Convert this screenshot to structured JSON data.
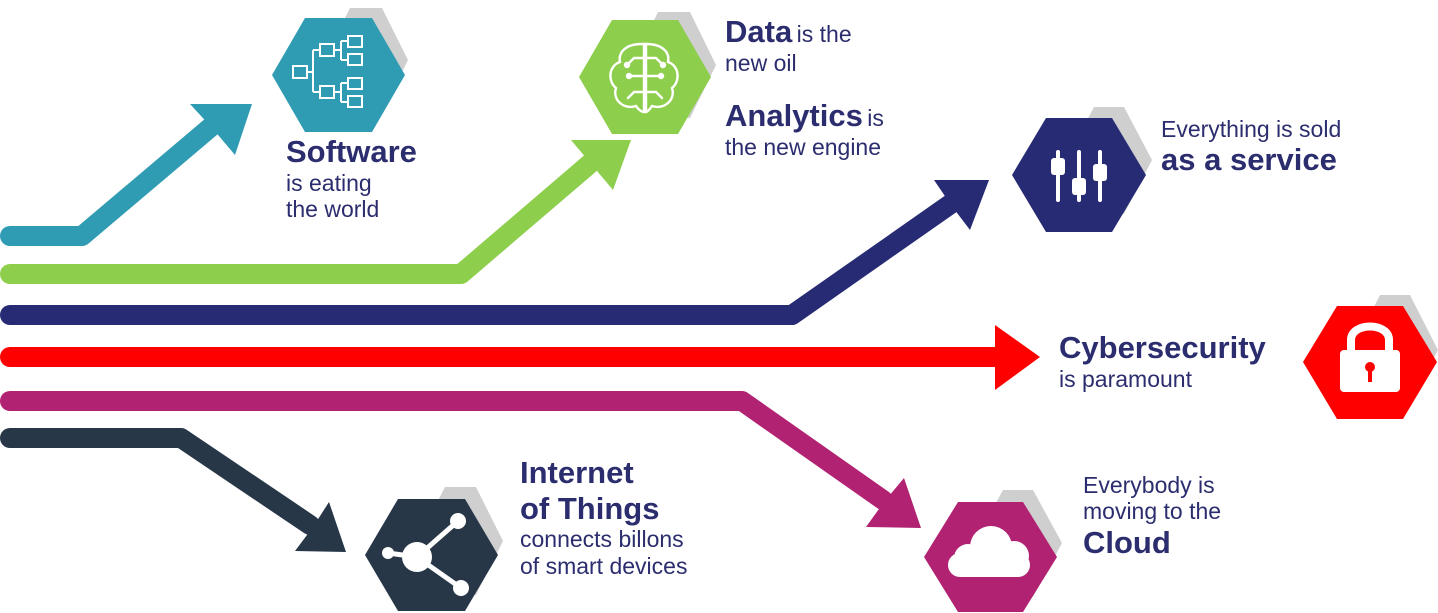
{
  "colors": {
    "software": "#2f9cb3",
    "data": "#8ece4d",
    "service": "#272b74",
    "cyber": "#fe0000",
    "cloud": "#b12272",
    "iot": "#273748",
    "text": "#2b2d6e",
    "shadow": "#cfcfcf"
  },
  "trends": {
    "software": {
      "title": "Software",
      "line1": "is eating",
      "line2": "the world",
      "icon": "hierarchy-icon"
    },
    "data": {
      "title": "Data",
      "suffix": "is the",
      "line2": "new oil",
      "icon": "brain-icon"
    },
    "analytics": {
      "title": "Analytics",
      "suffix": "is",
      "line2": "the new engine"
    },
    "service": {
      "line1": "Everything is sold",
      "title": "as a service",
      "icon": "sliders-icon"
    },
    "cyber": {
      "title": "Cybersecurity",
      "line1": "is paramount",
      "icon": "padlock-icon"
    },
    "iot": {
      "title1": "Internet",
      "title2": "of Things",
      "line1": "connects billons",
      "line2": "of smart devices",
      "icon": "network-icon"
    },
    "cloud": {
      "line1": "Everybody is",
      "line2": "moving to the",
      "title": "Cloud",
      "icon": "cloud-icon"
    }
  }
}
